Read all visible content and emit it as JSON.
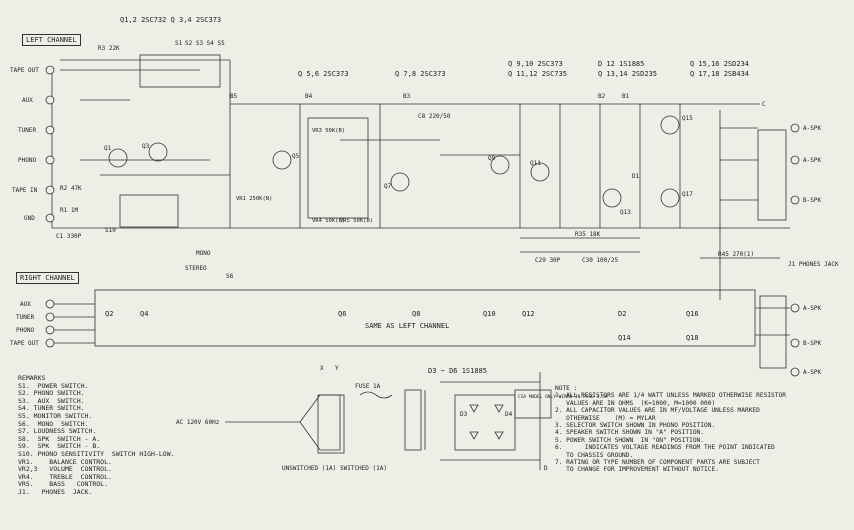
{
  "headers": {
    "left_channel": "LEFT CHANNEL",
    "right_channel": "RIGHT CHANNEL",
    "t_q12": "Q1,2 2SC732   Q 3,4  2SC373",
    "t_q56": "Q 5,6  2SC373",
    "t_q78": "Q 7,8  2SC373",
    "t_q910": "Q 9,10  2SC373",
    "t_q1112": "Q 11,12  2SC735",
    "t_d12": "D 12  1S1885",
    "t_q1314": "Q 13,14  2SD235",
    "t_q1516": "Q 15,16  2SD234",
    "t_q1718": "Q 17,18  2SB434",
    "t_d3d6": "D3 ~ D6  1S1885",
    "same_as_left": "SAME AS LEFT CHANNEL"
  },
  "left_inputs": [
    "TAPE OUT",
    "AUX",
    "TUNER",
    "PHONO",
    "TAPE IN",
    "GND"
  ],
  "right_inputs": [
    "AUX",
    "TUNER",
    "PHONO",
    "TAPE OUT"
  ],
  "outputs_left": [
    "A-SPK",
    "A-SPK",
    "B-SPK"
  ],
  "outputs_right": [
    "A-SPK",
    "B-SPK",
    "A-SPK"
  ],
  "phones": "J1 PHONES JACK",
  "right_blocks": [
    "Q2",
    "Q4",
    "Q6",
    "Q8",
    "Q10",
    "Q12",
    "D2",
    "Q14",
    "Q16",
    "Q18"
  ],
  "components": {
    "r3": "R3 22K",
    "q1": "Q1",
    "q3": "Q3",
    "q5": "Q5",
    "q7": "Q7",
    "q9": "Q9",
    "q11": "Q11",
    "q13": "Q13",
    "q15": "Q15",
    "q17": "Q17",
    "d1": "D1",
    "vr1": "VR1 250K(N)",
    "vr3": "VR3 50K(B)",
    "vr4": "VR4 50K(B)",
    "vr5": "VR5 50K(B)",
    "r2": "R2 47K",
    "r1": "R1 1M",
    "c1": "C1 330P",
    "c8": "C8 220/50",
    "b1": "B1",
    "b2": "B2",
    "b3": "B3",
    "b4": "B4",
    "b5": "B5",
    "c": "C",
    "mono": "MONO",
    "stereo": "STEREO",
    "s6": "S6",
    "s10": "S10",
    "r45": "R45 270(1)",
    "r35": "R35 18K",
    "c29": "C29 30P",
    "c30": "C30 100/25",
    "ac": "AC 120V 60Hz",
    "fuse": "FUSE 1A",
    "unswitched": "UNSWITCHED (1A)",
    "switched": "SWITCHED (1A)",
    "d3": "D3",
    "d4": "D4",
    "csa": "CSA MODEL ONLY WIRED-IN FUSE 1.5A",
    "x": "X",
    "y": "Y",
    "d_term": "D",
    "s1": "S1",
    "s2": "S2 S3 S4 S5"
  },
  "remarks": [
    "REMARKS",
    "S1.  POWER SWITCH.",
    "S2. PHONO SWITCH.",
    "S3.  AUX  SWITCH.",
    "S4. TUNER SWITCH.",
    "S5. MONITOR SWITCH.",
    "S6.  MONO  SWITCH.",
    "S7. LOUDNESS SWITCH.",
    "S8.  SPK  SWITCH - A.",
    "S9.  SPK  SWITCH - B.",
    "S10. PHONO SENSITIVITY  SWITCH HIGH-LOW.",
    "VR1.    BALANCE CONTROL.",
    "VR2,3   VOLUME  CONTROL.",
    "VR4.    TREBLE  CONTROL.",
    "VR5.    BASS   CONTROL.",
    "J1.   PHONES  JACK."
  ],
  "notes": [
    "NOTE :",
    "1. ALL RESISTORS ARE 1/4 WATT UNLESS MARKED OTHERWISE RESISTOR",
    "   VALUES ARE IN OHMS  (K=1000, M=1000 000)",
    "2. ALL CAPACITOR VALUES ARE IN MF/VOLTAGE UNLESS MARKED",
    "   OTHERWISE    (M) = MYLAR",
    "3. SELECTOR SWITCH SHOWN IN PHONO POSITION.",
    "4. SPEAKER SWITCH SHOWN IN \"A\" POSITION.",
    "5. POWER SWITCH SHOWN  IN \"ON\" POSITION.",
    "6.      INDICATES VOLTAGE READINGS FROM THE POINT INDICATED",
    "   TO CHASSIS GROUND.",
    "7. RATING OR TYPE NUMBER OF COMPONENT PARTS ARE SUBJECT",
    "   TO CHANGE FOR IMPROVEMENT WITHOUT NOTICE."
  ]
}
